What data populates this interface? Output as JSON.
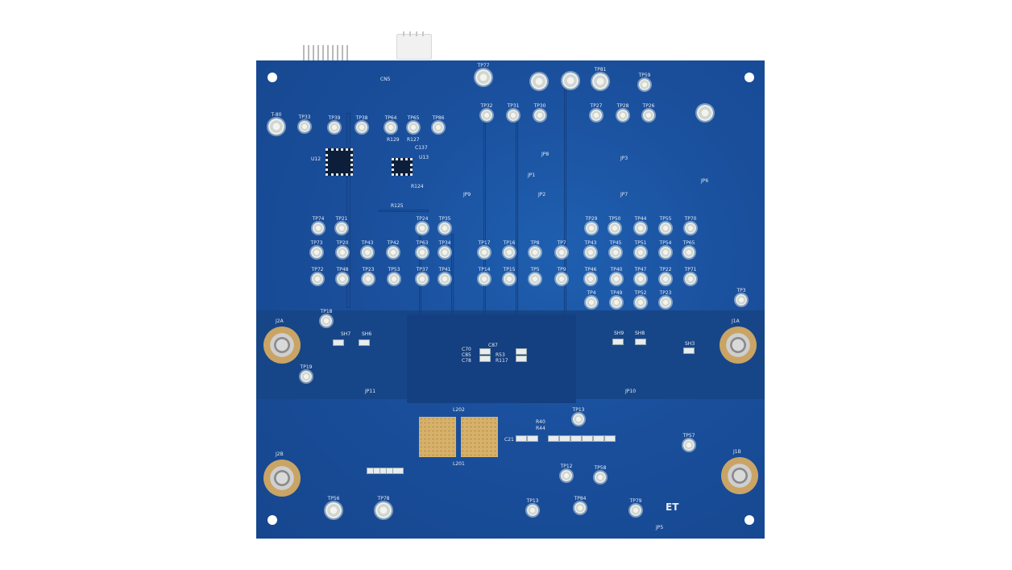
{
  "board": {
    "connector_label": "CN5",
    "ic_labels": [
      "U12",
      "U13"
    ],
    "jumper_labels": [
      "JP8",
      "JP1",
      "JP9",
      "JP2",
      "JP3",
      "JP7",
      "JP6",
      "JP11",
      "JP10",
      "JP5"
    ],
    "inductor_labels": [
      "L202",
      "L201"
    ],
    "mount_labels": [
      "J2A",
      "J2B",
      "J1A",
      "J1B"
    ],
    "test_points": [
      "TP77",
      "TP81",
      "TP59",
      "T-80",
      "TP33",
      "TP39",
      "TP38",
      "TP64",
      "TP65",
      "TP86",
      "TP32",
      "TP31",
      "TP30",
      "TP27",
      "TP28",
      "TP26",
      "TP74",
      "TP21",
      "TP24",
      "TP35",
      "TP29",
      "TP50",
      "TP44",
      "TP55",
      "TP70",
      "TP73",
      "TP20",
      "TP43",
      "TP42",
      "TP63",
      "TP34",
      "TP17",
      "TP16",
      "TP8",
      "TP7",
      "TP43",
      "TP45",
      "TP51",
      "TP54",
      "TP65",
      "TP72",
      "TP48",
      "TP23",
      "TP53",
      "TP37",
      "TP41",
      "TP14",
      "TP15",
      "TP5",
      "TP9",
      "TP46",
      "TP40",
      "TP47",
      "TP22",
      "TP71",
      "TP4",
      "TP49",
      "TP52",
      "TP23",
      "TP3",
      "TP18",
      "TP19",
      "TP13",
      "TP57",
      "TP12",
      "TP58",
      "TP84",
      "TP13",
      "TP79",
      "TP56",
      "TP78"
    ],
    "silk_marks": [
      "SH7",
      "SH6",
      "SH9",
      "SH8",
      "SH3",
      "R129",
      "R127",
      "C137",
      "R124",
      "R125",
      "C87",
      "C70",
      "C85",
      "C78",
      "R53",
      "R117",
      "C21",
      "R40",
      "R44"
    ],
    "logos": [
      "ET"
    ]
  }
}
